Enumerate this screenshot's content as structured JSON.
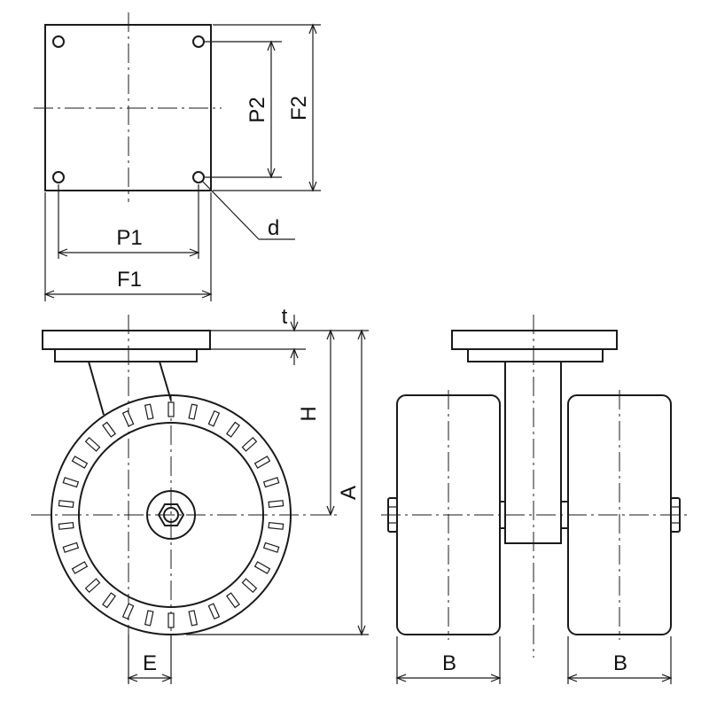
{
  "labels": {
    "f1": "F1",
    "p1": "P1",
    "f2": "F2",
    "p2": "P2",
    "d": "d",
    "t": "t",
    "h": "H",
    "a": "A",
    "e": "E",
    "b_left": "B",
    "b_right": "B"
  }
}
